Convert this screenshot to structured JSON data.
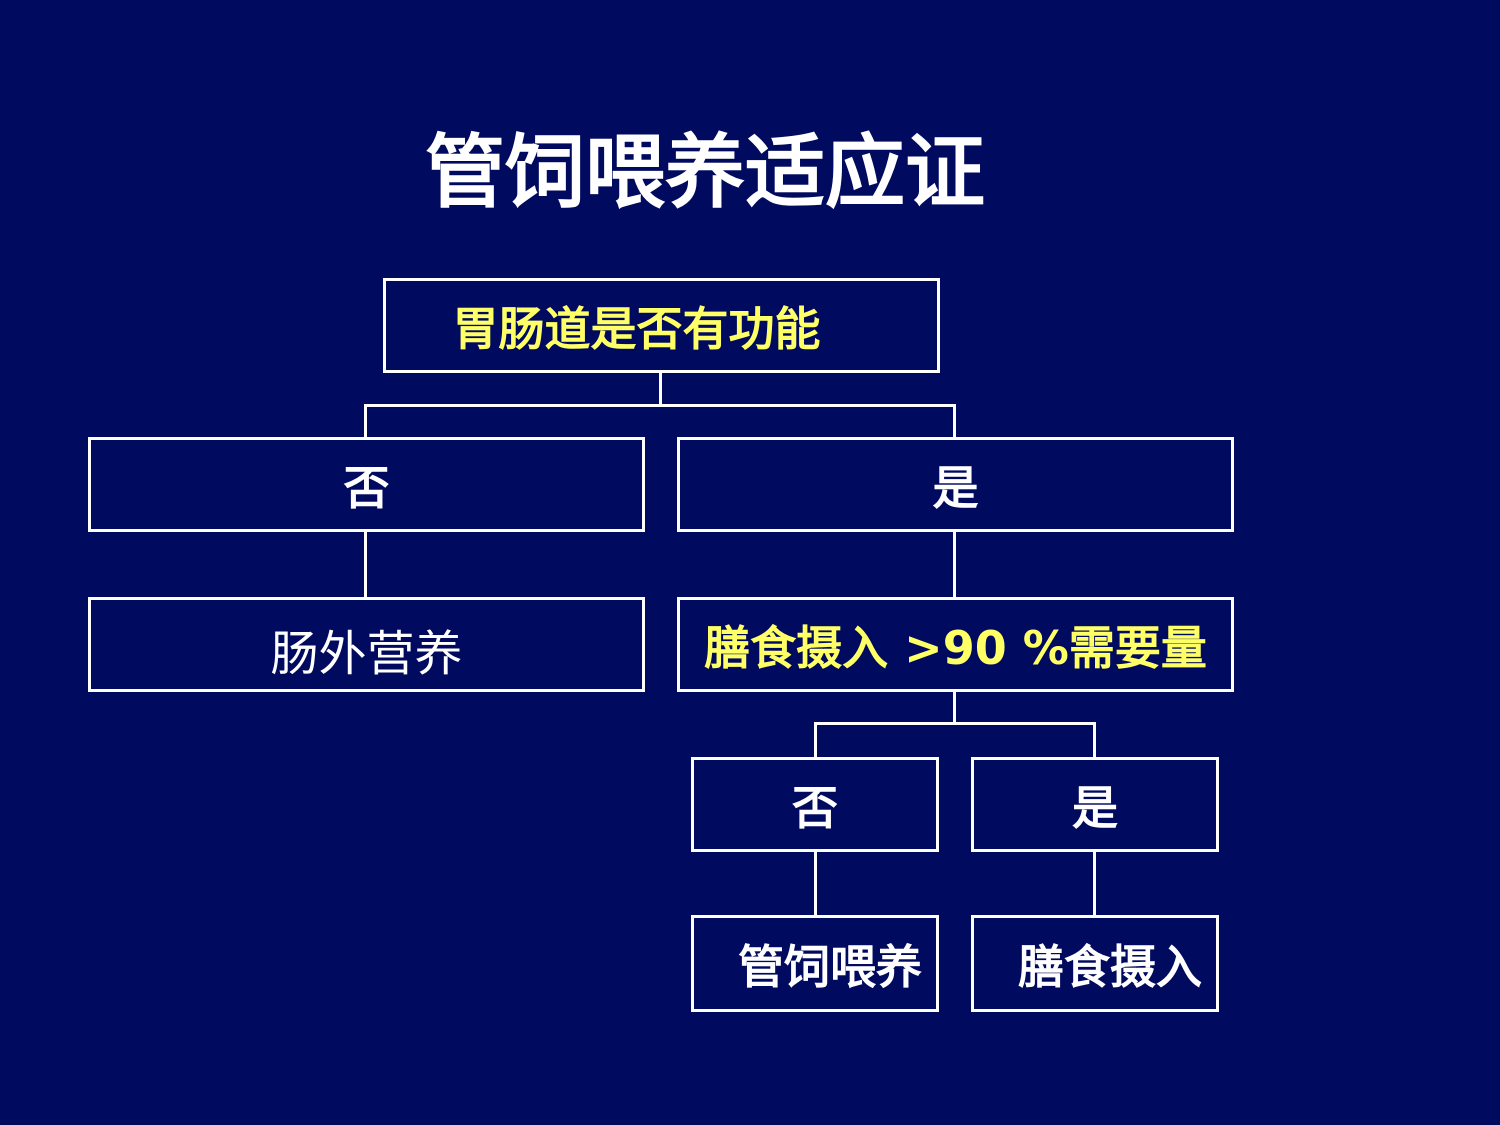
{
  "title": "管饲喂养适应证",
  "nodes": {
    "root": "胃肠道是否有功能",
    "no_1": "否",
    "yes_1": "是",
    "parenteral": "肠外营养",
    "intake_check": "膳食摄入 >90 %需要量",
    "no_2": "否",
    "yes_2": "是",
    "tube_feeding": "管饲喂养",
    "diet_intake": "膳食摄入"
  },
  "colors": {
    "background": "#000a5e",
    "border": "#ffffff",
    "highlight_text": "#ffff66",
    "text": "#ffffff"
  }
}
